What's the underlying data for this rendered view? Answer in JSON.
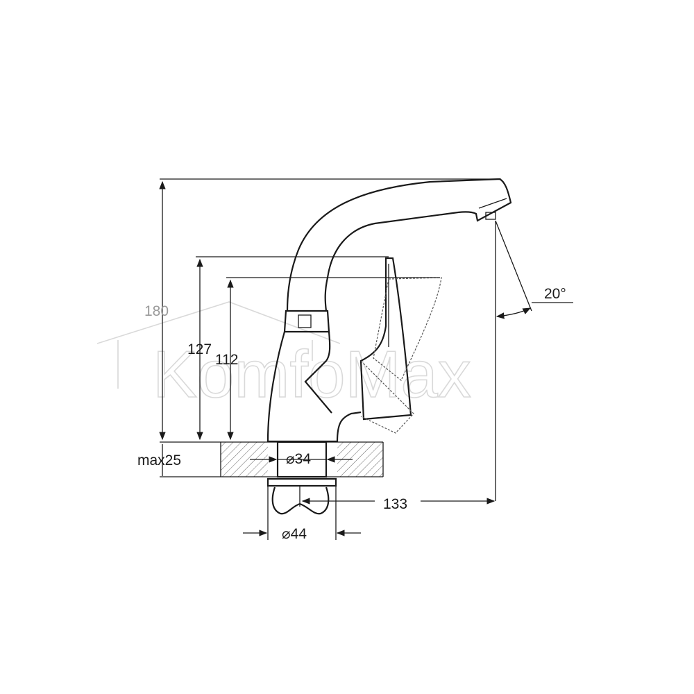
{
  "dimensions": {
    "total_height": "180",
    "handle_height": "127",
    "spout_height": "112",
    "deck_thickness": "max25",
    "inner_diameter": "⌀34",
    "outer_diameter": "⌀44",
    "reach": "133",
    "angle": "20°"
  },
  "watermark": {
    "text": "KomfoMax"
  }
}
